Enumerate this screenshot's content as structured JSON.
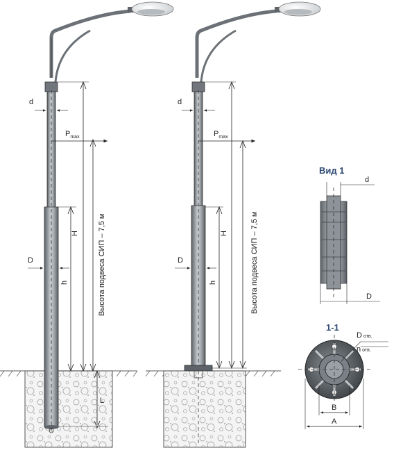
{
  "labels": {
    "d": "d",
    "D": "D",
    "H": "H",
    "h": "h",
    "L": "L",
    "p_main": "P",
    "p_sub": "max",
    "height_caption": "Высота подвеса СИП – 7,5 м",
    "view_title": "Вид 1",
    "section_title": "1-1",
    "hole_d_main": "D",
    "hole_d_sub": "отв.",
    "hole_n_main": "n",
    "hole_n_sub": "отв.",
    "B": "B",
    "A": "A"
  },
  "colors": {
    "pole_dark": "#6d7378",
    "pole_light": "#d6d9dc",
    "ground_fill": "#eeeeee",
    "title_blue": "#2f4a73"
  }
}
